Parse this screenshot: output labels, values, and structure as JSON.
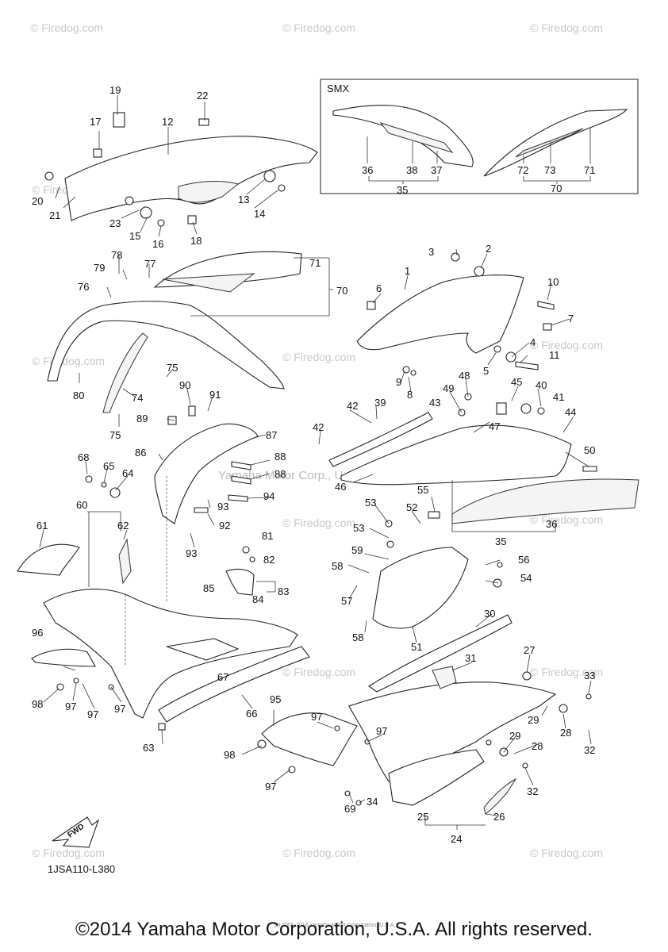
{
  "watermark": "© Firedog.com",
  "inset_label": "SMX",
  "diagram_code": "1JSA110-L380",
  "fwd_label": "FWD",
  "center_watermark": "Yamaha Motor Corp., U.S.A.",
  "copyright_small": "(c) 2005-2016 Yamaha Motor Corporation, U.S.A.",
  "footer": "©2014 Yamaha Motor Corporation, U.S.A. All rights reserved.",
  "callouts": [
    {
      "id": "19",
      "label": "19"
    },
    {
      "id": "17",
      "label": "17"
    },
    {
      "id": "12",
      "label": "12"
    },
    {
      "id": "22",
      "label": "22"
    },
    {
      "id": "20",
      "label": "20"
    },
    {
      "id": "21",
      "label": "21"
    },
    {
      "id": "23",
      "label": "23"
    },
    {
      "id": "15",
      "label": "15"
    },
    {
      "id": "16",
      "label": "16"
    },
    {
      "id": "18",
      "label": "18"
    },
    {
      "id": "13",
      "label": "13"
    },
    {
      "id": "14",
      "label": "14"
    },
    {
      "id": "36a",
      "label": "36"
    },
    {
      "id": "38",
      "label": "38"
    },
    {
      "id": "37",
      "label": "37"
    },
    {
      "id": "35a",
      "label": "35"
    },
    {
      "id": "72",
      "label": "72"
    },
    {
      "id": "73",
      "label": "73"
    },
    {
      "id": "71a",
      "label": "71"
    },
    {
      "id": "70a",
      "label": "70"
    },
    {
      "id": "78",
      "label": "78"
    },
    {
      "id": "77",
      "label": "77"
    },
    {
      "id": "79",
      "label": "79"
    },
    {
      "id": "76",
      "label": "76"
    },
    {
      "id": "71b",
      "label": "71"
    },
    {
      "id": "70b",
      "label": "70"
    },
    {
      "id": "3",
      "label": "3"
    },
    {
      "id": "2",
      "label": "2"
    },
    {
      "id": "1",
      "label": "1"
    },
    {
      "id": "6",
      "label": "6"
    },
    {
      "id": "10",
      "label": "10"
    },
    {
      "id": "7",
      "label": "7"
    },
    {
      "id": "4",
      "label": "4"
    },
    {
      "id": "5",
      "label": "5"
    },
    {
      "id": "11",
      "label": "11"
    },
    {
      "id": "9",
      "label": "9"
    },
    {
      "id": "8",
      "label": "8"
    },
    {
      "id": "75a",
      "label": "75"
    },
    {
      "id": "80",
      "label": "80"
    },
    {
      "id": "74",
      "label": "74"
    },
    {
      "id": "75b",
      "label": "75"
    },
    {
      "id": "90",
      "label": "90"
    },
    {
      "id": "91",
      "label": "91"
    },
    {
      "id": "89",
      "label": "89"
    },
    {
      "id": "87",
      "label": "87"
    },
    {
      "id": "86",
      "label": "86"
    },
    {
      "id": "88a",
      "label": "88"
    },
    {
      "id": "88b",
      "label": "88"
    },
    {
      "id": "94",
      "label": "94"
    },
    {
      "id": "93a",
      "label": "93"
    },
    {
      "id": "92",
      "label": "92"
    },
    {
      "id": "93b",
      "label": "93"
    },
    {
      "id": "68",
      "label": "68"
    },
    {
      "id": "65",
      "label": "65"
    },
    {
      "id": "64",
      "label": "64"
    },
    {
      "id": "60",
      "label": "60"
    },
    {
      "id": "61",
      "label": "61"
    },
    {
      "id": "62",
      "label": "62"
    },
    {
      "id": "48",
      "label": "48"
    },
    {
      "id": "49",
      "label": "49"
    },
    {
      "id": "45",
      "label": "45"
    },
    {
      "id": "40",
      "label": "40"
    },
    {
      "id": "41",
      "label": "41"
    },
    {
      "id": "42a",
      "label": "42"
    },
    {
      "id": "39",
      "label": "39"
    },
    {
      "id": "43",
      "label": "43"
    },
    {
      "id": "47",
      "label": "47"
    },
    {
      "id": "44",
      "label": "44"
    },
    {
      "id": "42b",
      "label": "42"
    },
    {
      "id": "50",
      "label": "50"
    },
    {
      "id": "46",
      "label": "46"
    },
    {
      "id": "55",
      "label": "55"
    },
    {
      "id": "53a",
      "label": "53"
    },
    {
      "id": "52",
      "label": "52"
    },
    {
      "id": "36b",
      "label": "36"
    },
    {
      "id": "53b",
      "label": "53"
    },
    {
      "id": "35b",
      "label": "35"
    },
    {
      "id": "59",
      "label": "59"
    },
    {
      "id": "56",
      "label": "56"
    },
    {
      "id": "58a",
      "label": "58"
    },
    {
      "id": "54",
      "label": "54"
    },
    {
      "id": "57",
      "label": "57"
    },
    {
      "id": "58b",
      "label": "58"
    },
    {
      "id": "51",
      "label": "51"
    },
    {
      "id": "30",
      "label": "30"
    },
    {
      "id": "81",
      "label": "81"
    },
    {
      "id": "82",
      "label": "82"
    },
    {
      "id": "85",
      "label": "85"
    },
    {
      "id": "83",
      "label": "83"
    },
    {
      "id": "84",
      "label": "84"
    },
    {
      "id": "67",
      "label": "67"
    },
    {
      "id": "96",
      "label": "96"
    },
    {
      "id": "98a",
      "label": "98"
    },
    {
      "id": "97a",
      "label": "97"
    },
    {
      "id": "97b",
      "label": "97"
    },
    {
      "id": "97c",
      "label": "97"
    },
    {
      "id": "63",
      "label": "63"
    },
    {
      "id": "66",
      "label": "66"
    },
    {
      "id": "95",
      "label": "95"
    },
    {
      "id": "97d",
      "label": "97"
    },
    {
      "id": "97e",
      "label": "97"
    },
    {
      "id": "98b",
      "label": "98"
    },
    {
      "id": "97f",
      "label": "97"
    },
    {
      "id": "69",
      "label": "69"
    },
    {
      "id": "34",
      "label": "34"
    },
    {
      "id": "31",
      "label": "31"
    },
    {
      "id": "27",
      "label": "27"
    },
    {
      "id": "33",
      "label": "33"
    },
    {
      "id": "29a",
      "label": "29"
    },
    {
      "id": "28a",
      "label": "28"
    },
    {
      "id": "29b",
      "label": "29"
    },
    {
      "id": "28b",
      "label": "28"
    },
    {
      "id": "32a",
      "label": "32"
    },
    {
      "id": "32b",
      "label": "32"
    },
    {
      "id": "25",
      "label": "25"
    },
    {
      "id": "26",
      "label": "26"
    },
    {
      "id": "24",
      "label": "24"
    }
  ]
}
